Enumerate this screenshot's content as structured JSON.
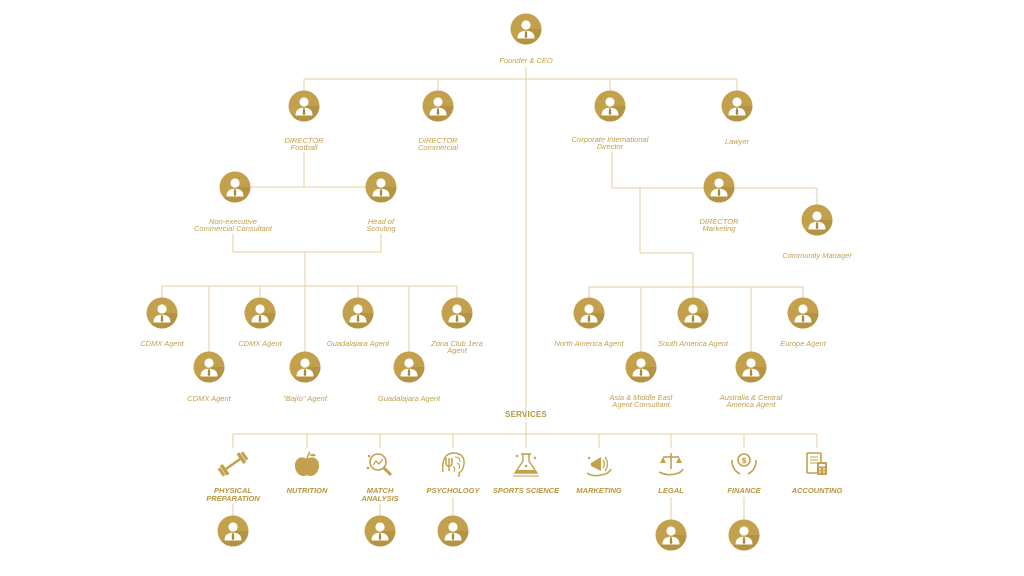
{
  "colors": {
    "line": "#e3cf9d",
    "accent": "#c2a04c",
    "accent_dark": "#a98a3a",
    "icon_white": "#ffffff",
    "text": "#c2a04c"
  },
  "roles": {
    "ceo": "Founder & CEO",
    "dir_football": "DIRECTOR\nFootball",
    "dir_commercial": "DIRECTOR\nCommercial",
    "corp_intl_director": "Corporate International\nDirector",
    "lawyer": "Lawyer",
    "non_exec_consultant": "Non-executive\nCommercial Consultant",
    "head_scouting": "Head of\nScouting",
    "dir_marketing": "DIRECTOR\nMarketing",
    "community_manager": "Community Manager",
    "cdmx_agent_1": "CDMX Agent",
    "cdmx_agent_2": "CDMX Agent",
    "cdmx_agent_3": "CDMX Agent",
    "bajio_agent": "\"Bajío\" Agent",
    "guadalajara_agent_1": "Guadalajara Agent",
    "guadalajara_agent_2": "Guadalajara Agent",
    "zona_club_agent": "Zona Club 1era\nAgent",
    "north_america_agent": "North America Agent",
    "asia_me_consultant": "Asia & Middle East\nAgent Consultant",
    "south_america_agent": "South America Agent",
    "australia_ca_agent": "Australia & Central\nAmerica Agent",
    "europe_agent": "Europe Agent"
  },
  "services": {
    "heading": "SERVICES",
    "physical": "PHYSICAL\nPREPARATION",
    "nutrition": "NUTRITION",
    "match": "MATCH\nANALYSIS",
    "psychology": "PSYCHOLOGY",
    "sports_science": "SPORTS SCIENCE",
    "marketing": "MARKETING",
    "legal": "LEGAL",
    "finance": "FINANCE",
    "accounting": "ACCOUNTING"
  },
  "icons": {
    "person": "person-avatar-icon",
    "physical": "dumbbell-icon",
    "nutrition": "apple-icon",
    "match": "magnifier-chart-icon",
    "psychology": "brain-psi-icon",
    "sports_science": "lab-flask-icon",
    "marketing": "megaphone-hand-icon",
    "legal": "scales-hand-icon",
    "finance": "money-hands-icon",
    "accounting": "calculator-document-icon"
  }
}
